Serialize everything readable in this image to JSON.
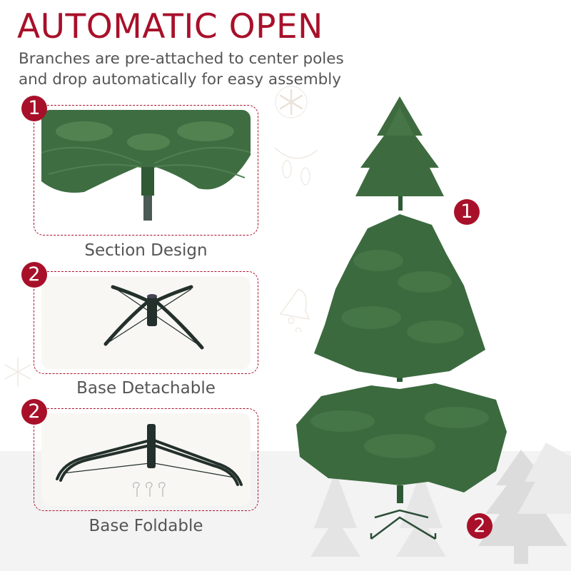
{
  "header": {
    "title": "AUTOMATIC OPEN",
    "subtitle_line1": "Branches are pre-attached to center poles",
    "subtitle_line2": "and drop automatically for easy assembly"
  },
  "features": [
    {
      "badge": "1",
      "caption": "Section Design",
      "image": "tree-section-branches-on-pole"
    },
    {
      "badge": "2",
      "caption": "Base Detachable",
      "image": "metal-x-stand-open"
    },
    {
      "badge": "2",
      "caption": "Base Foldable",
      "image": "metal-stand-folded-with-3-hooks"
    }
  ],
  "tree_assembly": {
    "badges": [
      "1",
      "2"
    ],
    "sections": [
      "top-section",
      "middle-section",
      "bottom-section-with-stand"
    ]
  },
  "decorations": [
    "snowflake-ornament-icon",
    "string-lights-icon",
    "bell-icon",
    "snowflake-icon",
    "pine-tree-silhouettes"
  ],
  "colors": {
    "accent": "#a8102a",
    "text": "#555555",
    "tree_green": "#3d6b3f",
    "stand": "#2a3b33",
    "ground": "#f3f3f3"
  }
}
